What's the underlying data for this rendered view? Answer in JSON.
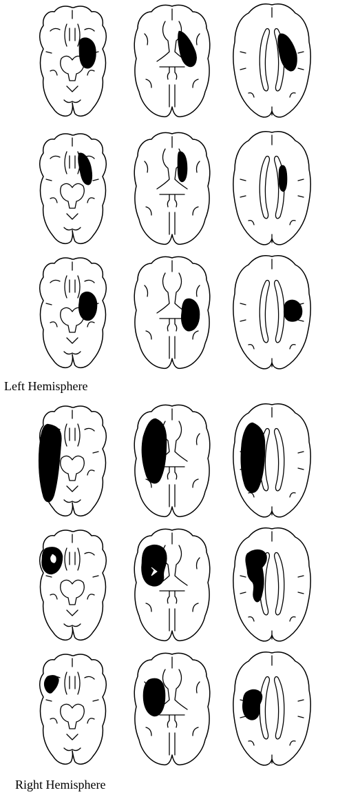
{
  "captions": {
    "left": "Left Hemisphere",
    "right": "Right Hemisphere"
  },
  "colors": {
    "lesion": "#000000",
    "outline": "#000000",
    "background": "#ffffff"
  },
  "panels": [
    {
      "hemisphere": "left",
      "row": 1,
      "col": 1,
      "slice": "low",
      "lesion": "left-low-1"
    },
    {
      "hemisphere": "left",
      "row": 1,
      "col": 2,
      "slice": "mid",
      "lesion": "left-mid-1"
    },
    {
      "hemisphere": "left",
      "row": 1,
      "col": 3,
      "slice": "high",
      "lesion": "left-high-1"
    },
    {
      "hemisphere": "left",
      "row": 2,
      "col": 1,
      "slice": "low",
      "lesion": "left-low-2"
    },
    {
      "hemisphere": "left",
      "row": 2,
      "col": 2,
      "slice": "mid",
      "lesion": "left-mid-2"
    },
    {
      "hemisphere": "left",
      "row": 2,
      "col": 3,
      "slice": "high",
      "lesion": "left-high-2"
    },
    {
      "hemisphere": "left",
      "row": 3,
      "col": 1,
      "slice": "low",
      "lesion": "left-low-3"
    },
    {
      "hemisphere": "left",
      "row": 3,
      "col": 2,
      "slice": "mid",
      "lesion": "left-mid-3"
    },
    {
      "hemisphere": "left",
      "row": 3,
      "col": 3,
      "slice": "high",
      "lesion": "left-high-3"
    },
    {
      "hemisphere": "right",
      "row": 1,
      "col": 1,
      "slice": "low",
      "lesion": "right-low-1"
    },
    {
      "hemisphere": "right",
      "row": 1,
      "col": 2,
      "slice": "mid",
      "lesion": "right-mid-1"
    },
    {
      "hemisphere": "right",
      "row": 1,
      "col": 3,
      "slice": "high",
      "lesion": "right-high-1"
    },
    {
      "hemisphere": "right",
      "row": 2,
      "col": 1,
      "slice": "low",
      "lesion": "right-low-2"
    },
    {
      "hemisphere": "right",
      "row": 2,
      "col": 2,
      "slice": "mid",
      "lesion": "right-mid-2"
    },
    {
      "hemisphere": "right",
      "row": 2,
      "col": 3,
      "slice": "high",
      "lesion": "right-high-2"
    },
    {
      "hemisphere": "right",
      "row": 3,
      "col": 1,
      "slice": "low",
      "lesion": "right-low-3"
    },
    {
      "hemisphere": "right",
      "row": 3,
      "col": 2,
      "slice": "mid",
      "lesion": "right-mid-3"
    },
    {
      "hemisphere": "right",
      "row": 3,
      "col": 3,
      "slice": "high",
      "lesion": "right-high-3"
    }
  ]
}
